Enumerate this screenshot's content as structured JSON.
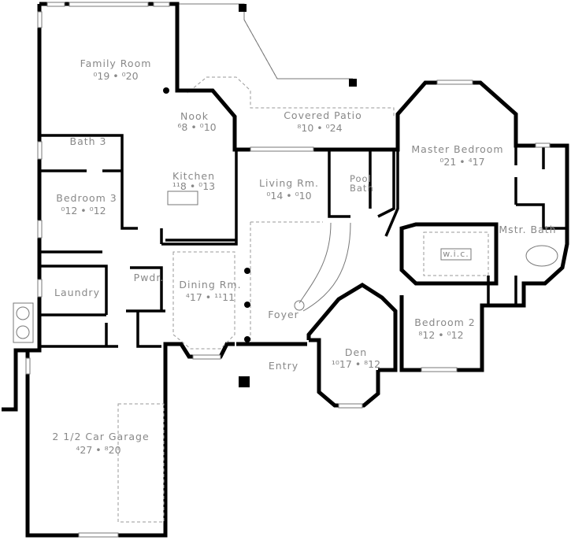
{
  "rooms": [
    {
      "id": "family-room",
      "name": "Family Room",
      "dims": "⁰19 • ⁰20"
    },
    {
      "id": "nook",
      "name": "Nook",
      "dims": "⁶8 • ⁰10"
    },
    {
      "id": "covered-patio",
      "name": "Covered Patio",
      "dims": "⁸10 • ⁰24"
    },
    {
      "id": "bath-3",
      "name": "Bath 3"
    },
    {
      "id": "master-bedroom",
      "name": "Master Bedroom",
      "dims": "⁰21 • ⁴17"
    },
    {
      "id": "kitchen",
      "name": "Kitchen",
      "dims": "¹¹8 • ⁰13"
    },
    {
      "id": "living-room",
      "name": "Living Rm.",
      "dims": "⁰14 • ⁰10"
    },
    {
      "id": "pool-bath",
      "name": "Pool Bath"
    },
    {
      "id": "bedroom-3",
      "name": "Bedroom 3",
      "dims": "⁰12 • ⁰12"
    },
    {
      "id": "master-bath",
      "name": "Mstr. Bath"
    },
    {
      "id": "walk-in-closet",
      "name": "w.i.c."
    },
    {
      "id": "powder-room",
      "name": "Pwdr."
    },
    {
      "id": "dining-room",
      "name": "Dining Rm.",
      "dims": "⁴17 • ¹¹11"
    },
    {
      "id": "laundry",
      "name": "Laundry"
    },
    {
      "id": "foyer",
      "name": "Foyer"
    },
    {
      "id": "bedroom-2",
      "name": "Bedroom 2",
      "dims": "⁸12 • ⁰12"
    },
    {
      "id": "den",
      "name": "Den",
      "dims": "¹⁰17 • ⁸12"
    },
    {
      "id": "entry",
      "name": "Entry"
    },
    {
      "id": "garage",
      "name": "2  1/2 Car Garage",
      "dims": "⁴27 • ⁸20"
    }
  ]
}
